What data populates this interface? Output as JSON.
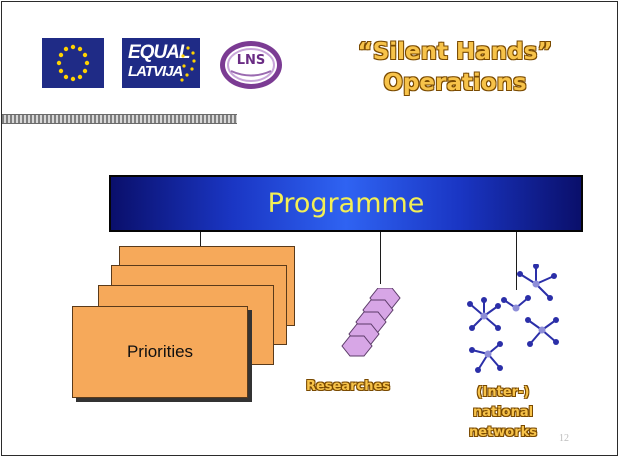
{
  "slide": {
    "title_line1": "“Silent Hands”",
    "title_line2": "Operations",
    "logos": {
      "equal_line1": "EQUAL",
      "equal_line2": "LATVIJA",
      "lns_text": "LNS"
    },
    "programme_label": "Programme",
    "priorities_label": "Priorities",
    "researches_label": "Researches",
    "networks_line1": "(Inter-)",
    "networks_line2": "national",
    "networks_line3": "networks",
    "page_number": "12"
  },
  "colors": {
    "gold_text": "#f7c34a",
    "programme_blue": "#1a36c4",
    "card_orange": "#f6a95a",
    "hex_purple": "#d7a6e6",
    "network_node": "#2b2fa8"
  },
  "icons": [
    "eu-flag-icon",
    "equal-latvija-logo",
    "lns-logo",
    "research-stack-icon",
    "network-molecule-icon"
  ]
}
